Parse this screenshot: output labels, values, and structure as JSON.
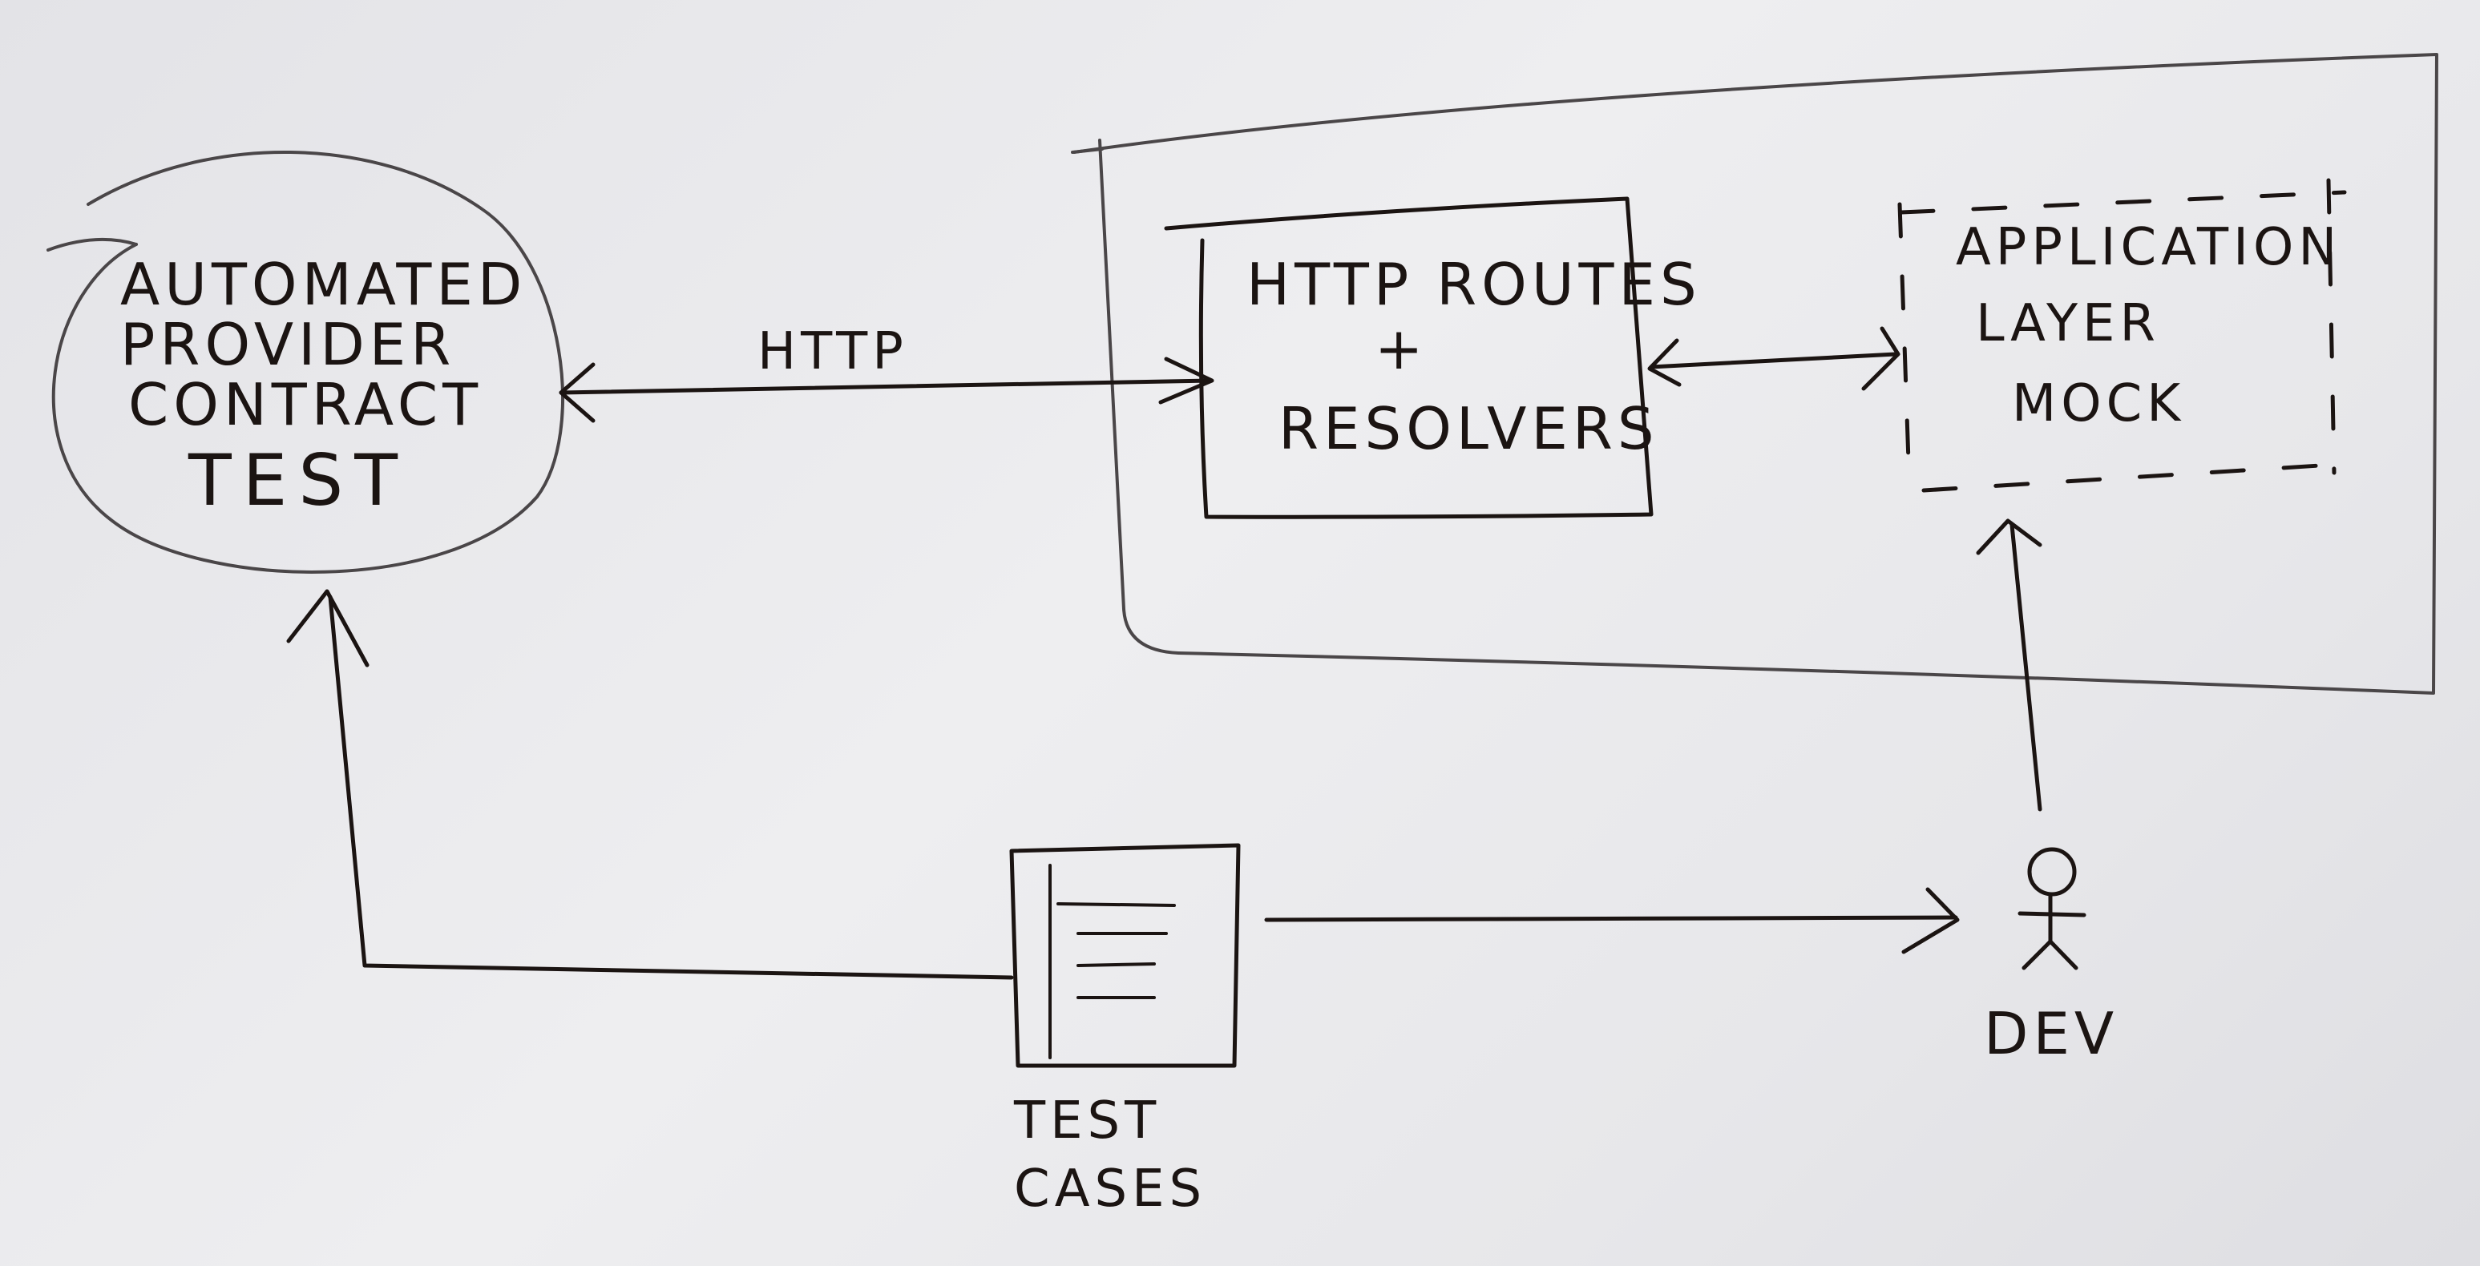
{
  "nodes": {
    "contract_test": {
      "lines": [
        "AUTOMATED",
        "PROVIDER",
        "CONTRACT",
        "TEST"
      ]
    },
    "http_routes": {
      "lines": [
        "HTTP ROUTES",
        "+",
        "RESOLVERS"
      ]
    },
    "app_layer_mock": {
      "lines": [
        "APPLICATION",
        "LAYER",
        "MOCK"
      ]
    },
    "test_cases": {
      "lines": [
        "TEST",
        "CASES"
      ]
    },
    "dev": {
      "label": "DEV"
    }
  },
  "edges": {
    "http": {
      "label": "HTTP"
    }
  }
}
